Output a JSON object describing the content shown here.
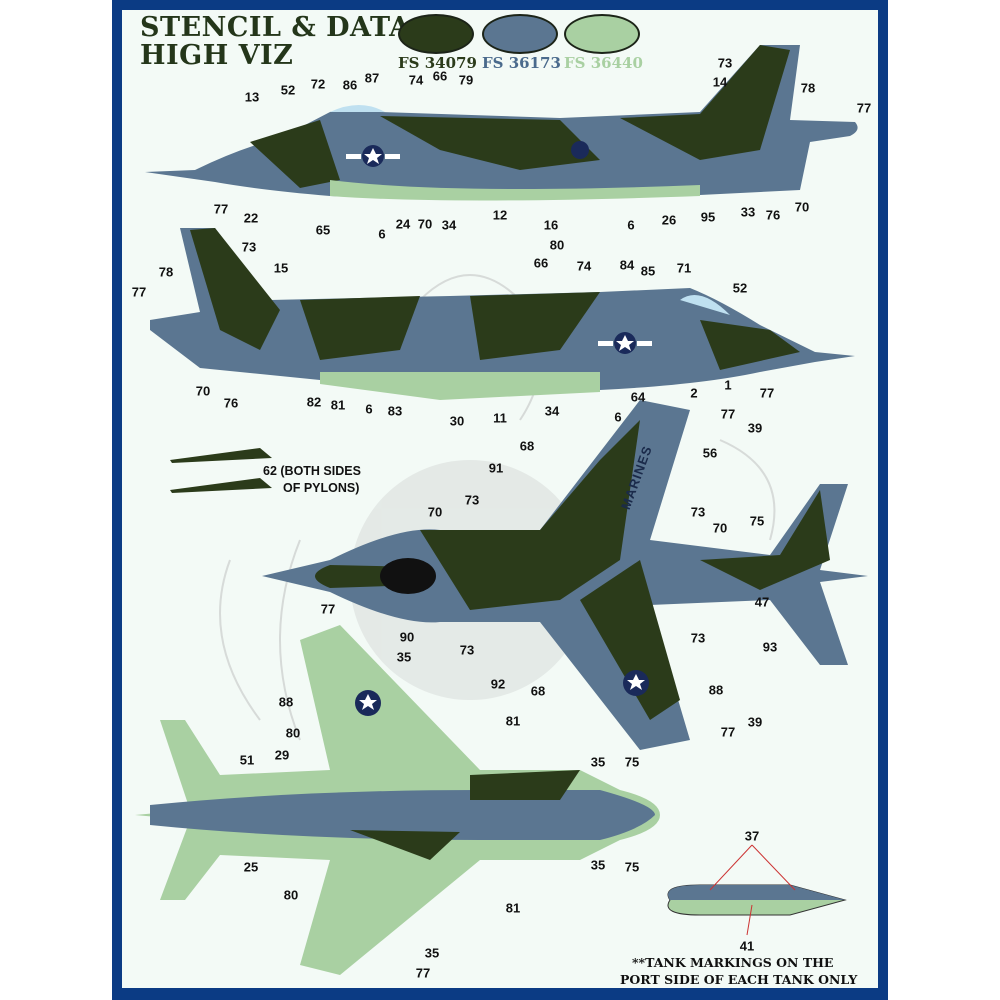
{
  "header": {
    "title_line1": "STENCIL & DATA",
    "title_line2": "HIGH VIZ"
  },
  "colors": [
    {
      "label": "FS 34079",
      "hex": "#2b3b1a"
    },
    {
      "label": "FS 36173",
      "hex": "#5b7691"
    },
    {
      "label": "FS 36440",
      "hex": "#a9d0a2"
    }
  ],
  "border_color": "#0b3b84",
  "wing_text": "MARINES",
  "pylon_note": [
    "62 (BOTH SIDES",
    "OF PYLONS)"
  ],
  "tank_note": [
    "**TANK MARKINGS ON THE",
    "PORT SIDE OF EACH TANK ONLY"
  ],
  "callouts": [
    "13",
    "52",
    "72",
    "86",
    "87",
    "74",
    "66",
    "79",
    "14",
    "73",
    "78",
    "77",
    "70",
    "76",
    "33",
    "95",
    "26",
    "6",
    "16",
    "12",
    "34",
    "70",
    "24",
    "6",
    "65",
    "22",
    "77",
    "73",
    "15",
    "78",
    "77",
    "70",
    "76",
    "82",
    "81",
    "6",
    "83",
    "30",
    "11",
    "34",
    "6",
    "64",
    "2",
    "1",
    "77",
    "52",
    "71",
    "85",
    "84",
    "74",
    "80",
    "66",
    "77",
    "39",
    "56",
    "68",
    "91",
    "73",
    "70",
    "73",
    "70",
    "75",
    "47",
    "93",
    "73",
    "90",
    "73",
    "92",
    "68",
    "88",
    "39",
    "77",
    "77",
    "35",
    "88",
    "80",
    "81",
    "29",
    "51",
    "35",
    "75",
    "25",
    "35",
    "75",
    "80",
    "81",
    "35",
    "77",
    "37",
    "41"
  ]
}
